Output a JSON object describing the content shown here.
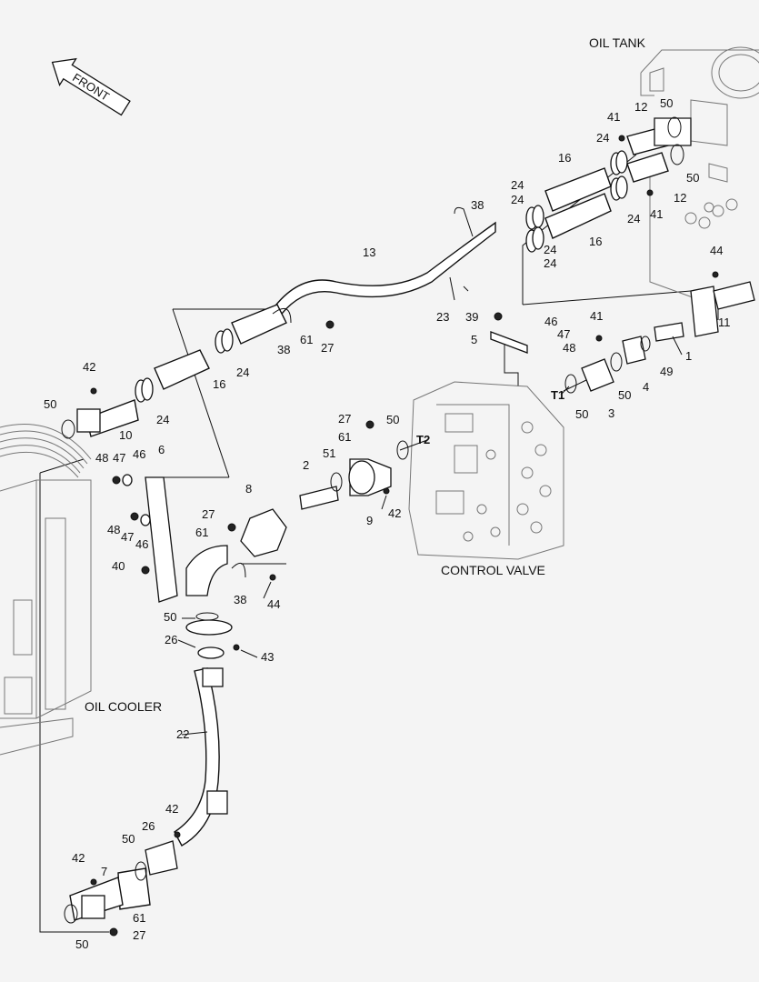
{
  "diagram": {
    "captions": {
      "front": "FRONT",
      "oil_tank": "OIL TANK",
      "control_valve": "CONTROL VALVE",
      "oil_cooler": "OIL COOLER",
      "port_t1": "T1",
      "port_t2": "T2"
    },
    "callouts": [
      "41",
      "12",
      "50",
      "24",
      "16",
      "50",
      "12",
      "24",
      "24",
      "41",
      "24",
      "24",
      "38",
      "16",
      "24",
      "44",
      "13",
      "42",
      "50",
      "10",
      "24",
      "16",
      "24",
      "38",
      "61",
      "27",
      "23",
      "39",
      "5",
      "46",
      "47",
      "48",
      "41",
      "1",
      "11",
      "49",
      "4",
      "50",
      "T1",
      "3",
      "50",
      "48",
      "47",
      "46",
      "6",
      "27",
      "50",
      "61",
      "51",
      "2",
      "9",
      "42",
      "8",
      "27",
      "48",
      "47",
      "46",
      "61",
      "40",
      "38",
      "44",
      "50",
      "26",
      "43",
      "22",
      "42",
      "26",
      "50",
      "7",
      "42",
      "61",
      "50",
      "27"
    ]
  }
}
